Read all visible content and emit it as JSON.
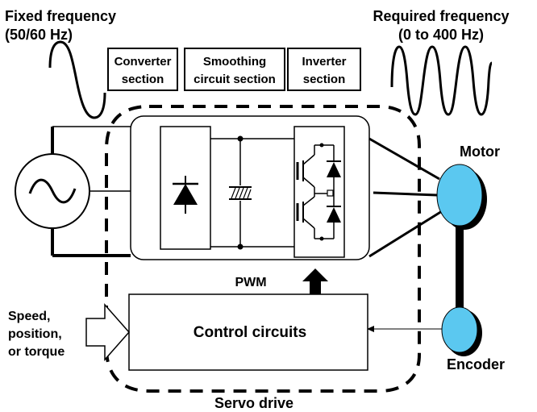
{
  "labels": {
    "fixed_frequency": [
      "Fixed frequency",
      "(50/60 Hz)"
    ],
    "required_frequency": [
      "Required frequency",
      "(0 to 400 Hz)"
    ],
    "converter_section": [
      "Converter",
      "section"
    ],
    "smoothing_section": [
      "Smoothing",
      "circuit section"
    ],
    "inverter_section": [
      "Inverter",
      "section"
    ],
    "motor": "Motor",
    "encoder": "Encoder",
    "pwm": "PWM",
    "control_circuits": "Control circuits",
    "input_command": [
      "Speed,",
      "position,",
      "or torque"
    ],
    "servo_drive": "Servo drive"
  },
  "colors": {
    "motor_fill": "#5bc8f0",
    "line": "#000000",
    "background": "#ffffff"
  }
}
